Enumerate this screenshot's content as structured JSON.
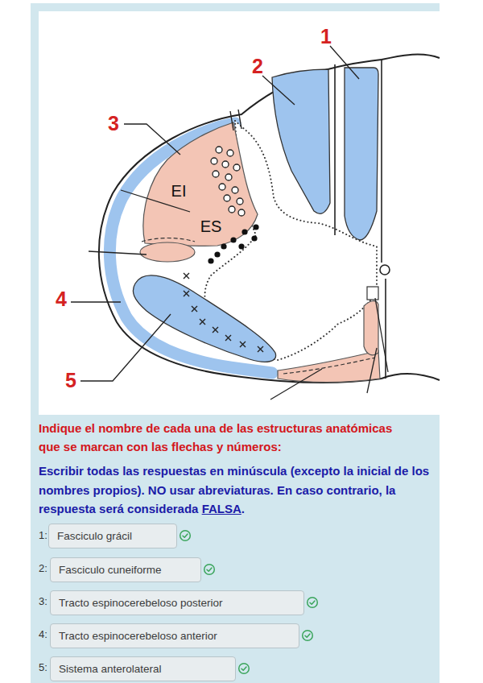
{
  "diagram": {
    "title": "Indique el nombre de cada una de las estructuras anatómicas que se marcan con las flechas y números:",
    "nodes": [
      {
        "text": [
          "Fasciculo grácil"
        ]
      },
      {
        "text": [
          "Fasciculo cuneiforme"
        ]
      },
      {
        "text": [
          "Tracto espinocerebeloso posterior"
        ]
      },
      {
        "text": [
          "Tracto espinocerebeloso anterior"
        ]
      },
      {
        "text": [
          "Sistema anterolateral"
        ]
      }
    ],
    "labels": [
      "1",
      "2",
      "3",
      "4",
      "5",
      "EI",
      "ES",
      "Escribir todas las respuestas en minúscula (excepto la inicial de los nombres propios). NO usar abreviaturas. En caso contrario, la respuesta será considerada",
      "FALSA",
      ".",
      "1:",
      "2:",
      "3:",
      "4:",
      "5:"
    ]
  }
}
